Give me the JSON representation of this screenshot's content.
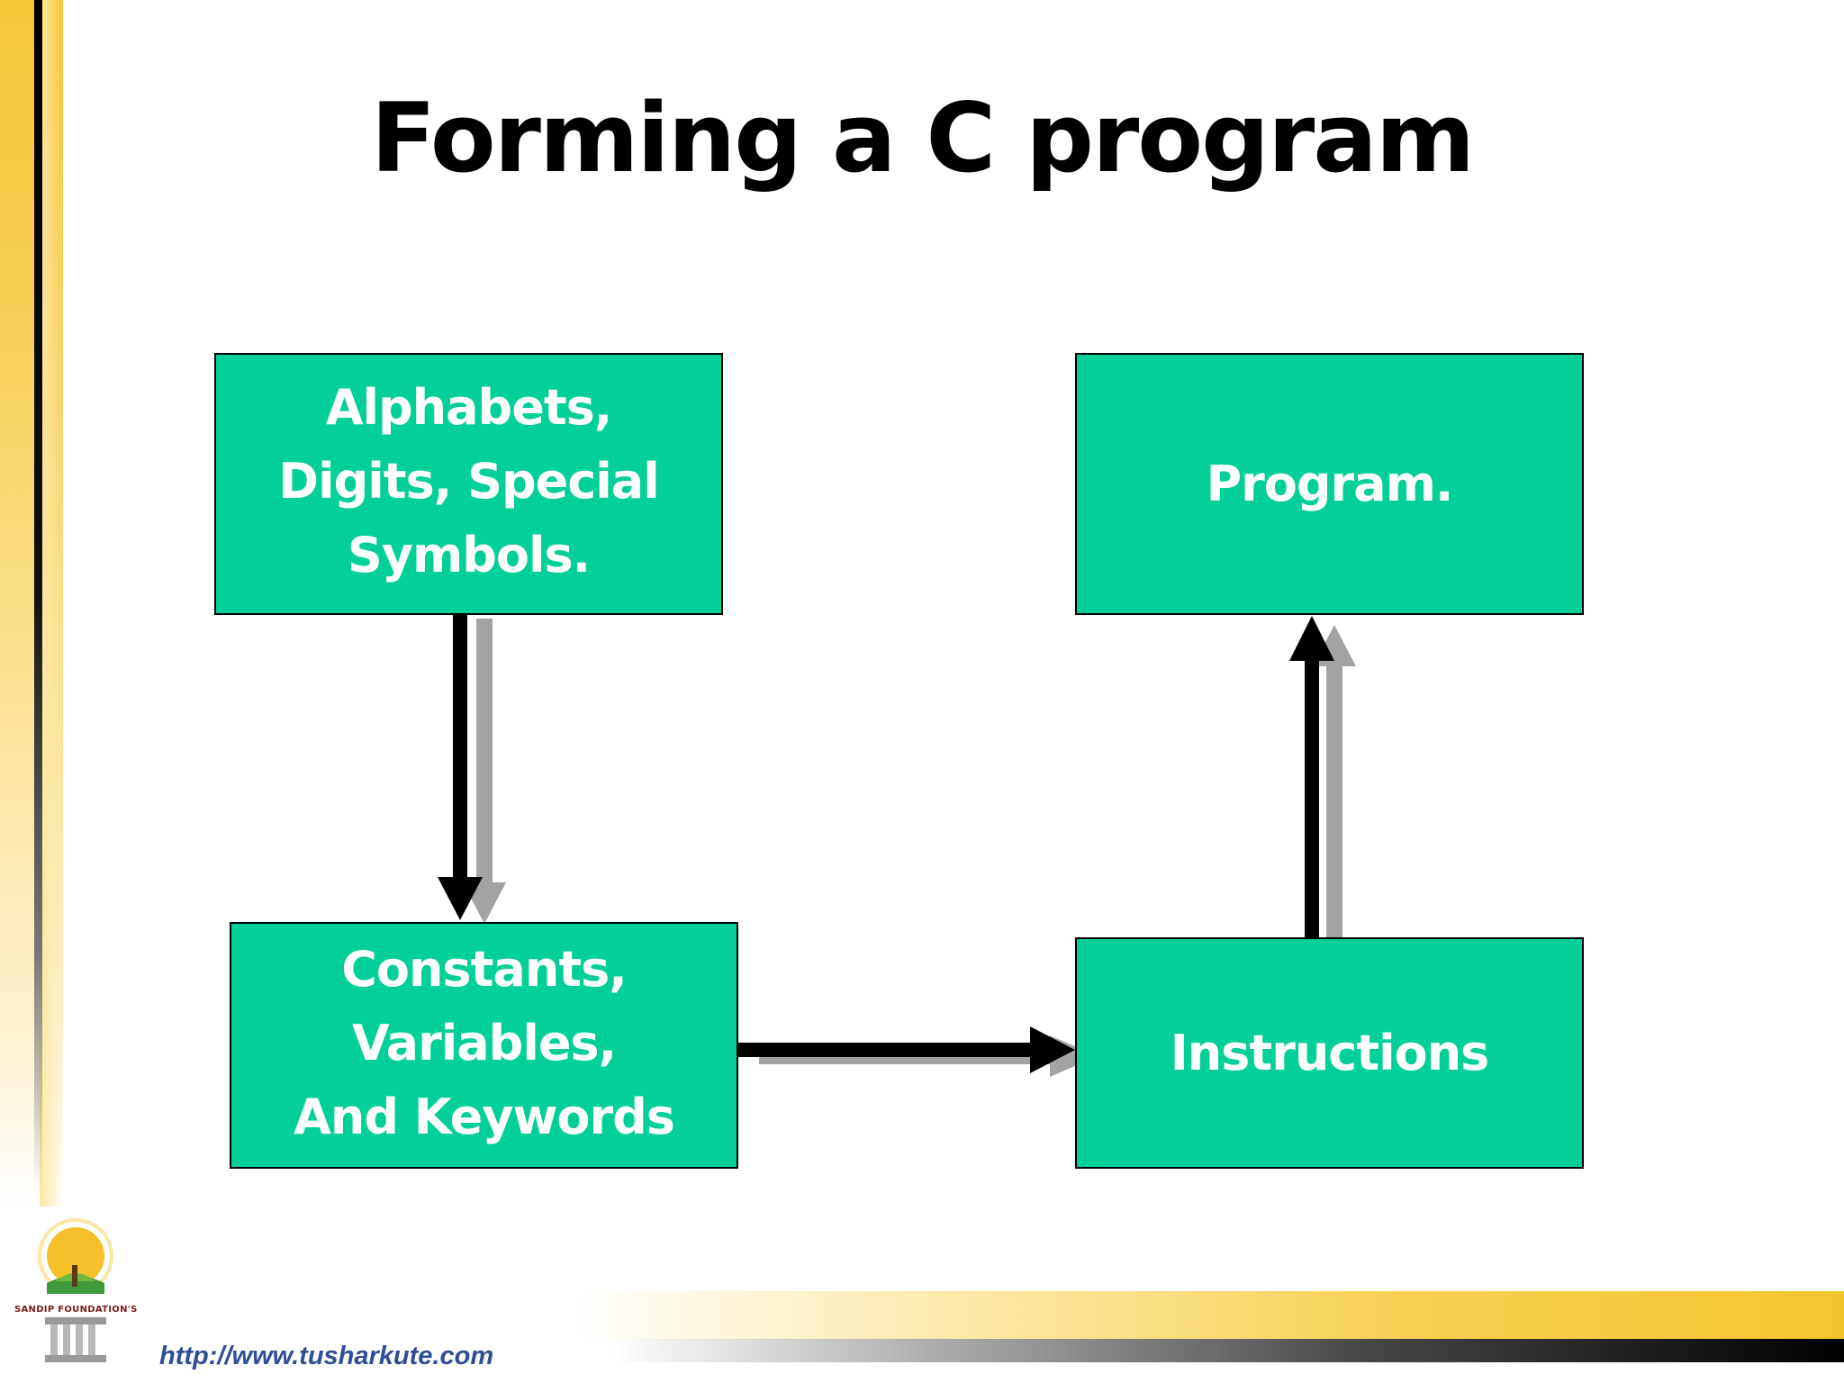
{
  "slide": {
    "title": "Forming a C program"
  },
  "boxes": {
    "alphabets": "Alphabets,\nDigits, Special\nSymbols.",
    "program": "Program.",
    "constants": "Constants,\nVariables,\nAnd Keywords",
    "instructions": "Instructions"
  },
  "footer": {
    "logo_text": "SANDIP FOUNDATION'S",
    "url": "http://www.tusharkute.com"
  },
  "colors": {
    "box_fill": "#03cf98",
    "box_text": "#ffffff",
    "accent_yellow": "#f6c636",
    "url_color": "#2f4e96"
  }
}
